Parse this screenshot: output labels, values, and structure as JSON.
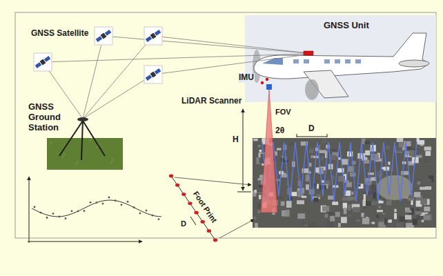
{
  "diagram": {
    "labels": [
      "GNSS Satellite",
      "GNSS Unit",
      "IMU",
      "LiDAR Scanner",
      "FOV",
      "GNSS Ground Station",
      "H",
      "2θ",
      "D",
      "Foot Print",
      "D"
    ]
  }
}
